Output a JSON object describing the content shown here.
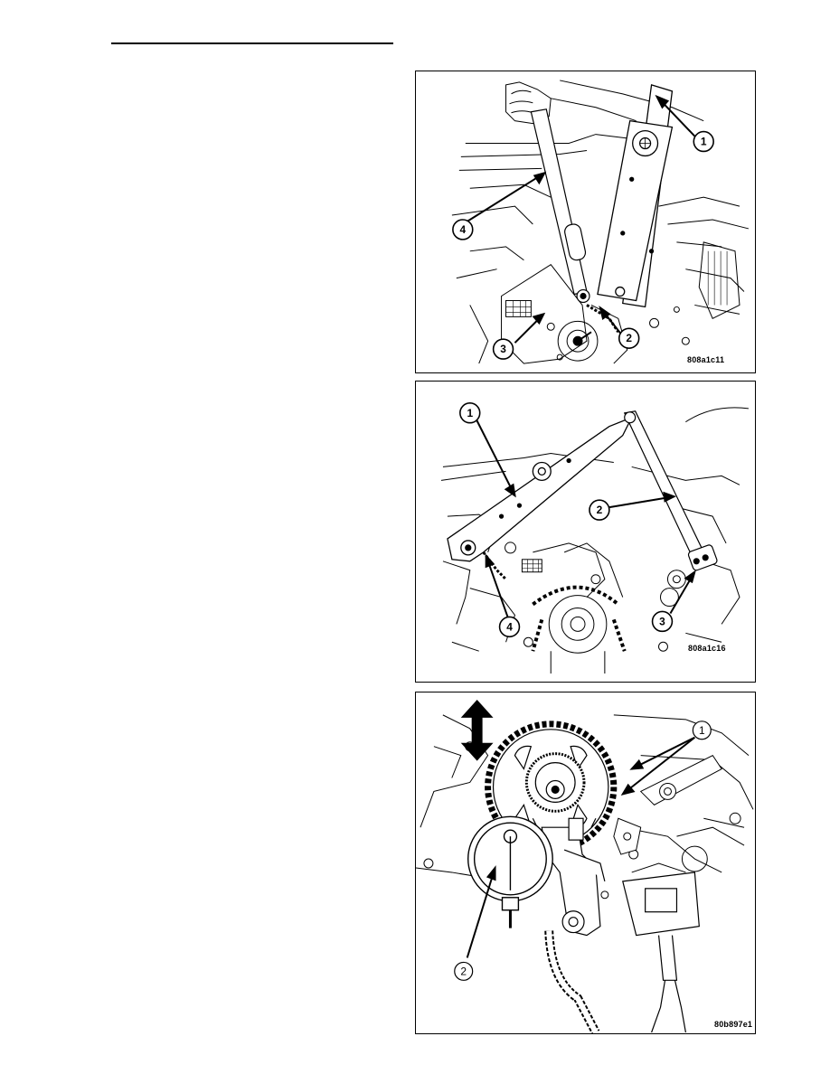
{
  "figures": [
    {
      "code": "808a1c11",
      "callouts": [
        "1",
        "2",
        "3",
        "4"
      ]
    },
    {
      "code": "808a1c16",
      "callouts": [
        "1",
        "2",
        "3",
        "4"
      ]
    },
    {
      "code": "80b897e1",
      "callouts": [
        "1",
        "2"
      ]
    }
  ]
}
